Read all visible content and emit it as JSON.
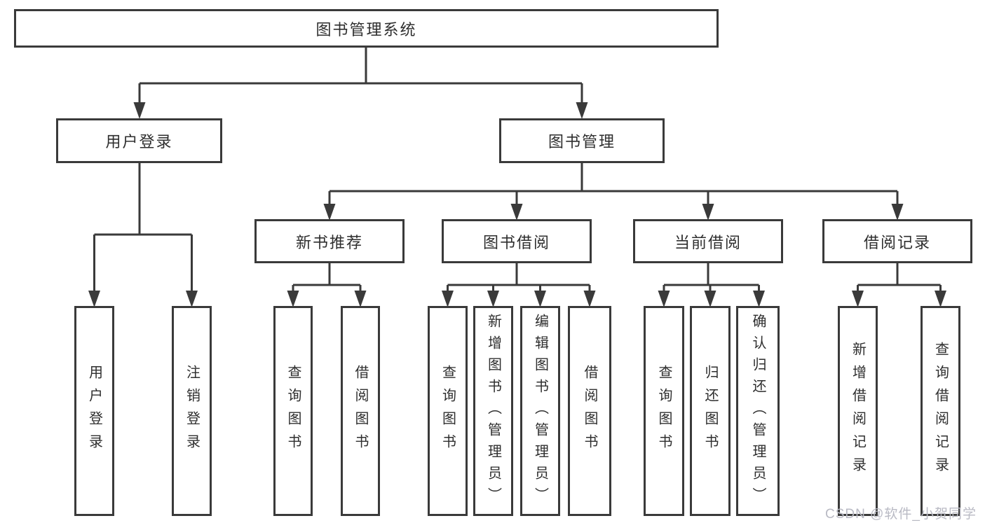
{
  "diagram": {
    "root": "图书管理系统",
    "user_login": {
      "label": "用户登录",
      "children": {
        "login": "用户登录",
        "logout": "注销登录"
      }
    },
    "book_mgmt": {
      "label": "图书管理",
      "new_book_rec": {
        "label": "新书推荐",
        "children": {
          "query_book": "查询图书",
          "borrow_book": "借阅图书"
        }
      },
      "book_borrow": {
        "label": "图书借阅",
        "children": {
          "query_book": "查询图书",
          "add_book": "新增图书（管理员）",
          "edit_book": "编辑图书（管理员）",
          "borrow_book": "借阅图书"
        }
      },
      "current_borrow": {
        "label": "当前借阅",
        "children": {
          "query_book": "查询图书",
          "return_book": "归还图书",
          "confirm_return": "确认归还（管理员）"
        }
      },
      "borrow_records": {
        "label": "借阅记录",
        "children": {
          "add_record": "新增借阅记录",
          "query_record": "查询借阅记录"
        }
      }
    }
  },
  "watermark": "CSDN @软件_小贺同学",
  "colors": {
    "line": "#3a3a3a",
    "text": "#2e2e2e",
    "box_background": "#ffffff",
    "watermark": "#b9bac4",
    "page_background": "#ffffff"
  }
}
